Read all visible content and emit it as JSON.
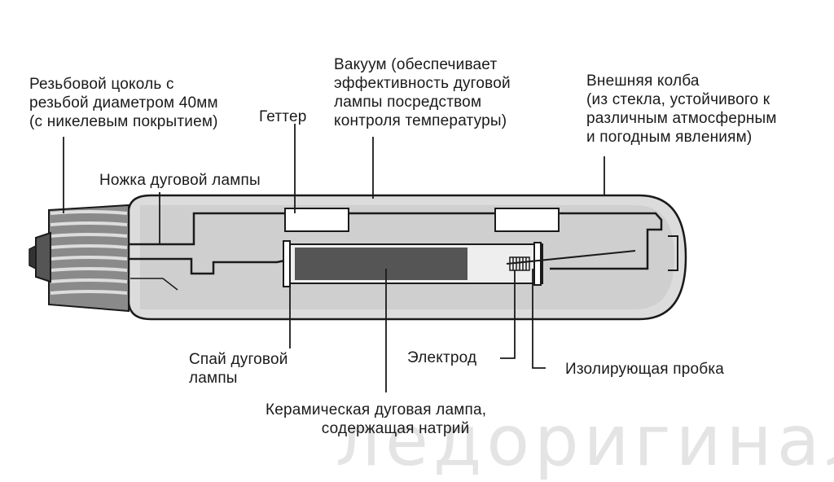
{
  "labels": {
    "base": [
      "Резьбовой цоколь с",
      "резьбой диаметром 40мм",
      "(с никелевым покрытием)"
    ],
    "getter": [
      "Геттер"
    ],
    "vacuum": [
      "Вакуум (обеспечивает",
      "эффективность дуговой",
      "лампы посредством",
      "контроля температуры)"
    ],
    "outer_bulb": [
      "Внешняя колба",
      "(из стекла, устойчивого к",
      "различным атмосферным",
      "и погодным явлениям)"
    ],
    "stem": [
      "Ножка дуговой лампы"
    ],
    "seal": [
      "Спай дуговой",
      "лампы"
    ],
    "electrode": [
      "Электрод"
    ],
    "plug": [
      "Изолирующая пробка"
    ],
    "arc_tube": [
      "Керамическая дуговая лампа,",
      "содержащая натрий"
    ]
  },
  "watermark": "ледоригинал",
  "colors": {
    "line": "#1a1a1a",
    "bulb_fill": "#dcdcdc",
    "inner_fill": "#c4c4c4",
    "arc_fill": "#555555",
    "glass_fill": "#e8e8e8",
    "base_fill": "#777777"
  }
}
